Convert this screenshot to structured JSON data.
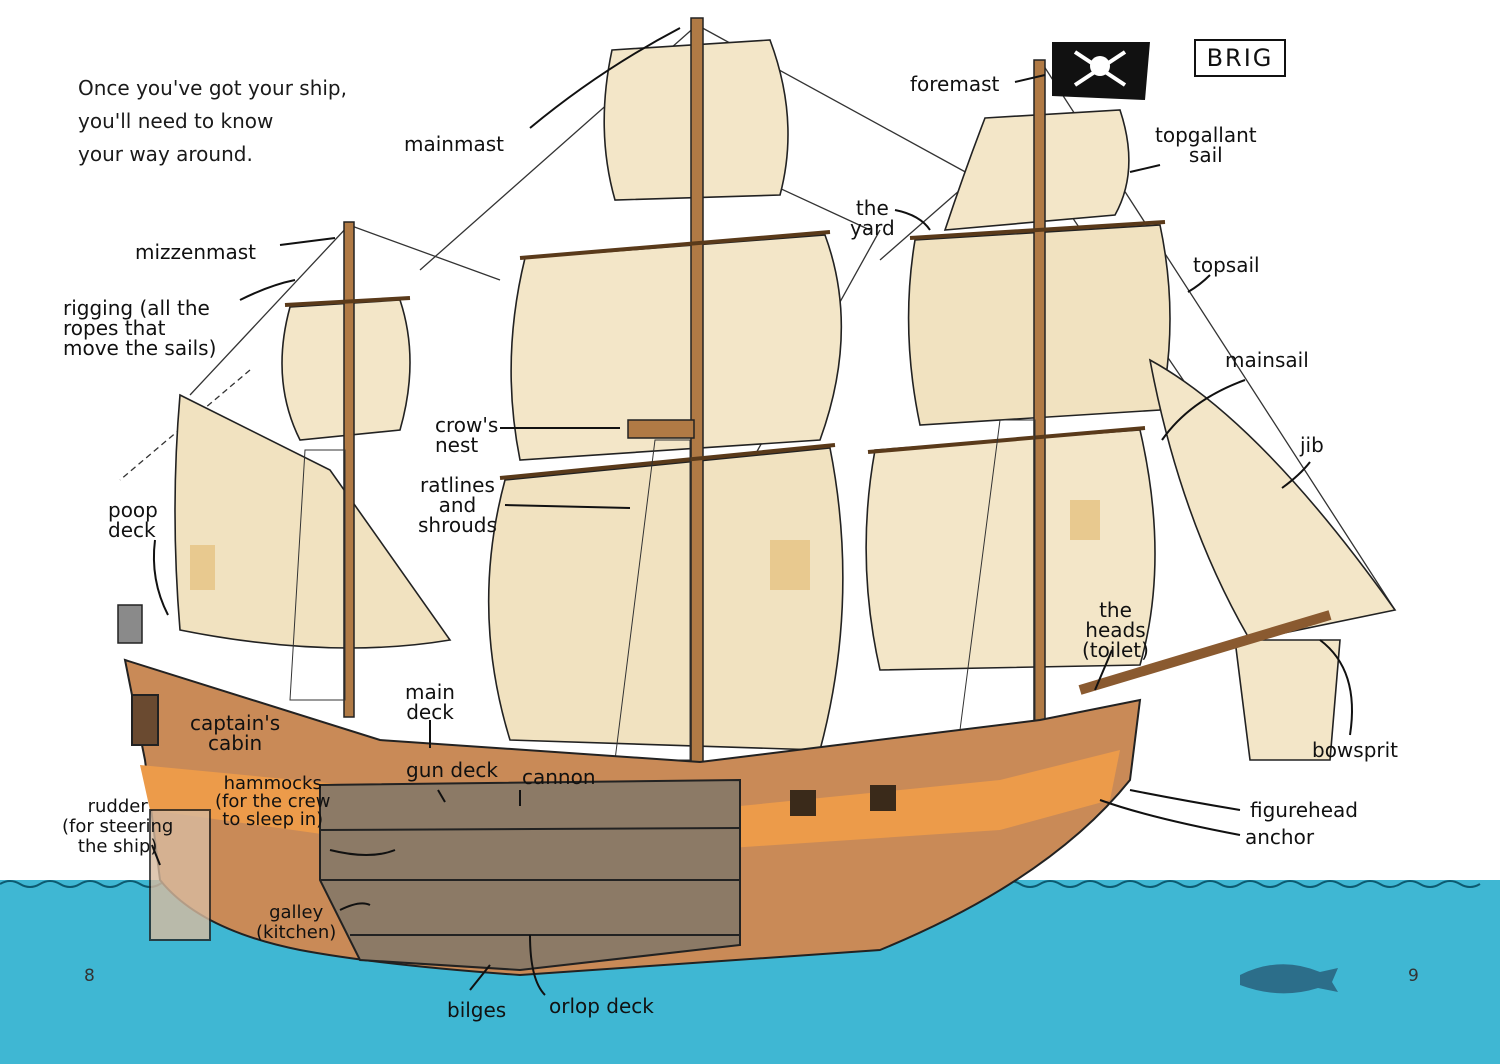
{
  "intro": {
    "lines": [
      "Once you've got your ship,",
      "you'll need to know",
      "your way around."
    ]
  },
  "badge": "BRIG",
  "labels": {
    "mainmast": [
      "mainmast"
    ],
    "foremast": [
      "foremast"
    ],
    "topgallant_sail": [
      "topgallant",
      "sail"
    ],
    "mizzenmast": [
      "mizzenmast"
    ],
    "the_yard": [
      "the",
      "yard"
    ],
    "topsail": [
      "topsail"
    ],
    "rigging": [
      "rigging (all the",
      "ropes that",
      "move the sails)"
    ],
    "mainsail": [
      "mainsail"
    ],
    "crows_nest": [
      "crow's",
      "nest"
    ],
    "jib": [
      "jib"
    ],
    "poop_deck": [
      "poop",
      "deck"
    ],
    "ratlines": [
      "ratlines",
      "and",
      "shrouds"
    ],
    "the_heads": [
      "the",
      "heads",
      "(toilet)"
    ],
    "main_deck": [
      "main",
      "deck"
    ],
    "captains_cabin": [
      "captain's",
      "cabin"
    ],
    "bowsprit": [
      "bowsprit"
    ],
    "gun_deck": [
      "gun deck"
    ],
    "cannon": [
      "cannon"
    ],
    "hammocks": [
      "hammocks",
      "(for the crew",
      "to sleep in)"
    ],
    "figurehead": [
      "figurehead"
    ],
    "rudder": [
      "rudder",
      "(for steering",
      "the ship)"
    ],
    "anchor": [
      "anchor"
    ],
    "galley": [
      "galley",
      "(kitchen)"
    ],
    "bilges": [
      "bilges"
    ],
    "orlop_deck": [
      "orlop deck"
    ]
  },
  "page_numbers": {
    "left": "8",
    "right": "9"
  },
  "colors": {
    "sail": "#f3e6c8",
    "sail_shade": "#e8c98f",
    "hull_upper": "#c98a57",
    "hull_stripe": "#ec9b4a",
    "hull_cutaway": "#8c7a66",
    "sea": "#3fb7d3",
    "ink": "#111111",
    "mast": "#b07a45"
  }
}
